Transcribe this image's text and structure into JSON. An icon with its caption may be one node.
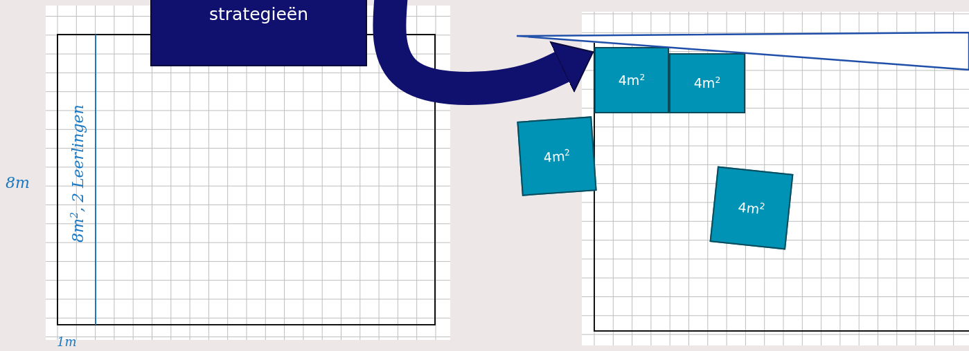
{
  "diagram": {
    "nodes": [
      {
        "text": [
          "strategieën"
        ]
      },
      {
        "text": [
          "4m$^{2}$"
        ]
      },
      {
        "text": [
          "4m$^{2}$"
        ]
      },
      {
        "text": [
          "4m$^{2}$"
        ]
      },
      {
        "text": [
          "4m$^{2}$"
        ]
      },
      {
        "text": [],
        "shape": "triangle"
      }
    ],
    "edges": [
      {
        "from": 0,
        "to": 1,
        "arrow": "to"
      }
    ],
    "labels": [
      "8m$^{2}$, 2 Leerlingen",
      "8m",
      "1m"
    ]
  }
}
